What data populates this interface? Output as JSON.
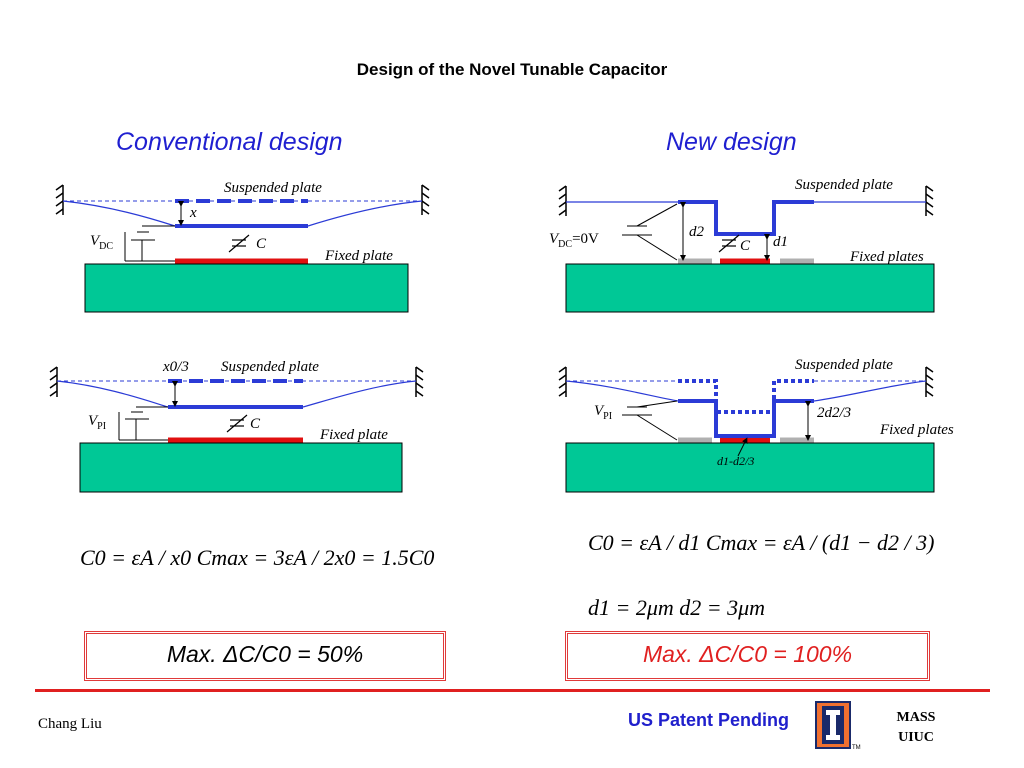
{
  "title": "Design of the Novel Tunable Capacitor",
  "left_heading": "Conventional design",
  "right_heading": "New design",
  "labels": {
    "suspended_plate": "Suspended plate",
    "fixed_plate": "Fixed plate",
    "fixed_plates": "Fixed plates",
    "x": "x",
    "C": "C",
    "V": "V",
    "DC": "DC",
    "PI": "PI",
    "eq_0V": "=0V",
    "x0_3": "x0/3",
    "d2": "d2",
    "d1": "d1",
    "two_d2_3": "2d2/3",
    "d1_minus_d2_3": "d1-d2/3"
  },
  "equations": {
    "left": "C0 = εA / x0    Cmax = 3εA / 2x0 = 1.5C0",
    "right_1": "C0 = εA / d1    Cmax = εA / (d1 − d2 / 3)",
    "right_2": "d1 = 2μm    d2 = 3μm"
  },
  "results": {
    "left": "Max. ΔC/C0 = 50%",
    "right": "Max. ΔC/C0 = 100%"
  },
  "footer": {
    "author": "Chang Liu",
    "patent": "US Patent Pending",
    "lab_line1": "MASS",
    "lab_line2": "UIUC",
    "tm": "TM"
  },
  "colors": {
    "heading": "#1f1fd0",
    "substrate": "#00c896",
    "plate_blue": "#2b3bd6",
    "fixed_red": "#e01010",
    "fixed_gray": "#b0b0b0",
    "result_right_text": "#e02020",
    "rule_red": "#e02020"
  }
}
